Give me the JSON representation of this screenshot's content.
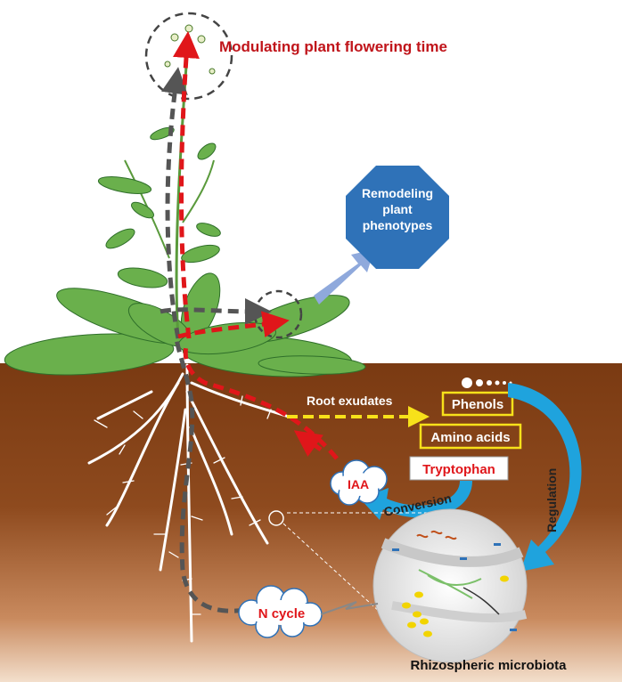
{
  "labels": {
    "flowering": "Modulating plant flowering time",
    "remodeling_line1": "Remodeling",
    "remodeling_line2": "plant",
    "remodeling_line3": "phenotypes",
    "root_exudates": "Root exudates",
    "phenols": "Phenols",
    "amino_acids": "Amino acids",
    "tryptophan": "Tryptophan",
    "iaa": "IAA",
    "conversion": "Conversion",
    "regulation": "Regulation",
    "n_cycle": "N cycle",
    "rhizospheric_microbiota": "Rhizospheric microbiota"
  },
  "colors": {
    "soil_top": "#7a3a12",
    "soil_bottom": "#f2dcc8",
    "leaf": "#6ab04c",
    "leaf_edge": "#2f6f2a",
    "red_arrow": "#e0161a",
    "gray_arrow": "#555555",
    "yellow_arrow": "#f7e11a",
    "blue_arrow": "#1fa3dd",
    "octagon": "#2f72b8",
    "title_red": "#c0141a"
  }
}
